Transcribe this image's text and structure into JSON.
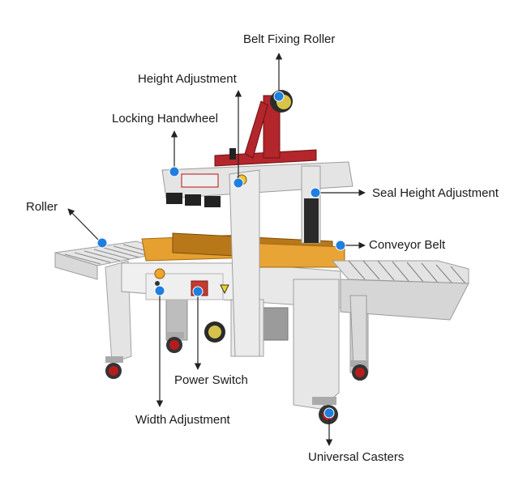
{
  "labels": {
    "belt_fixing_roller": "Belt Fixing Roller",
    "height_adjustment": "Height Adjustment",
    "locking_handwheel": "Locking Handwheel",
    "seal_height_adjustment": "Seal Height Adjustment",
    "roller": "Roller",
    "conveyor_belt": "Conveyor Belt",
    "power_switch": "Power Switch",
    "width_adjustment": "Width Adjustment",
    "universal_casters": "Universal Casters"
  },
  "colors": {
    "marker_dot": "#1e7fe0",
    "leader_line": "#222222",
    "frame": "#dcdcdc",
    "frame_shadow": "#b9b9b9",
    "red_bracket": "#b3262b",
    "belt_orange": "#e39a2a",
    "caster_red": "#b71c1c"
  }
}
